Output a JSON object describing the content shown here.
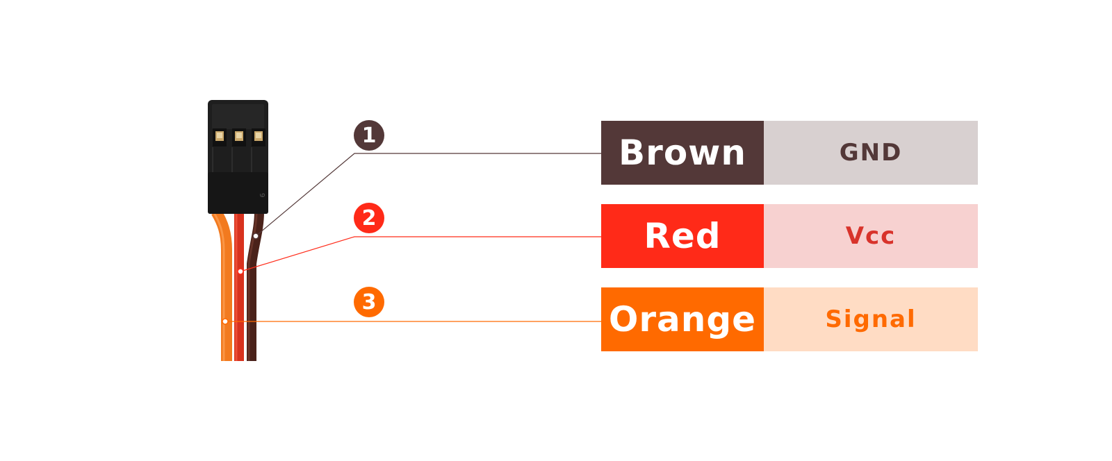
{
  "wires": [
    {
      "number": "1",
      "color_name": "Brown",
      "function": "GND",
      "color": "#533838",
      "func_bg": "#d8d0d0",
      "func_text": "#533838",
      "line": "#533838"
    },
    {
      "number": "2",
      "color_name": "Red",
      "function": "Vcc",
      "color": "#ff2a18",
      "func_bg": "#f7d1d0",
      "func_text": "#d8332b",
      "line": "#ff2a18"
    },
    {
      "number": "3",
      "color_name": "Orange",
      "function": "Signal",
      "color": "#ff6a00",
      "func_bg": "#ffdcc4",
      "func_text": "#ff6a00",
      "line": "#ff6a00"
    }
  ],
  "connector": {
    "housing_color": "#1e1e1e",
    "pin_color": "#c9a76a",
    "label_mark": "9"
  }
}
